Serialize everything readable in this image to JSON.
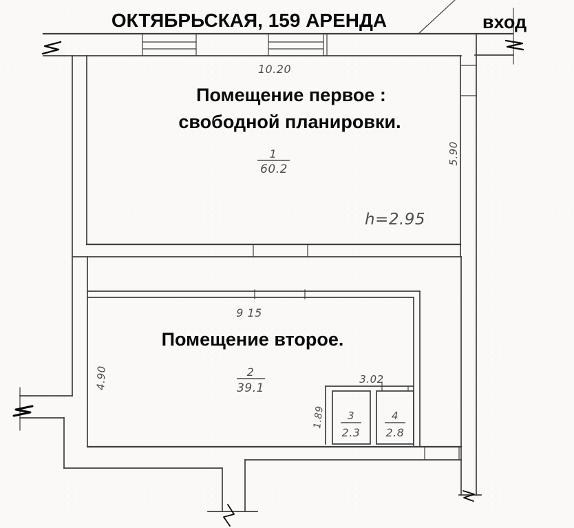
{
  "colors": {
    "paper": "#faf9f7",
    "ink": "#0a0a0a",
    "line": "#3e3e3e",
    "dim": "#4c4c4c"
  },
  "header": {
    "title": "ОКТЯБРЬСКАЯ, 159  АРЕНДА",
    "entrance_label": "вход"
  },
  "room1": {
    "label_line1": "Помещение первое :",
    "label_line2": "свободной планировки.",
    "number": "1",
    "area": "60.2",
    "ceiling_height": "h=2.95",
    "width_dim": "10.20",
    "side_dim": "5.90"
  },
  "room2": {
    "label": "Помещение второе.",
    "number": "2",
    "area": "39.1",
    "width_dim": "9 15",
    "side_dim": "4.90"
  },
  "small_rooms": {
    "width_dim": "3.02",
    "side_dim": "1.89",
    "room3": {
      "number": "3",
      "area": "2.3"
    },
    "room4": {
      "number": "4",
      "area": "2.8"
    }
  }
}
